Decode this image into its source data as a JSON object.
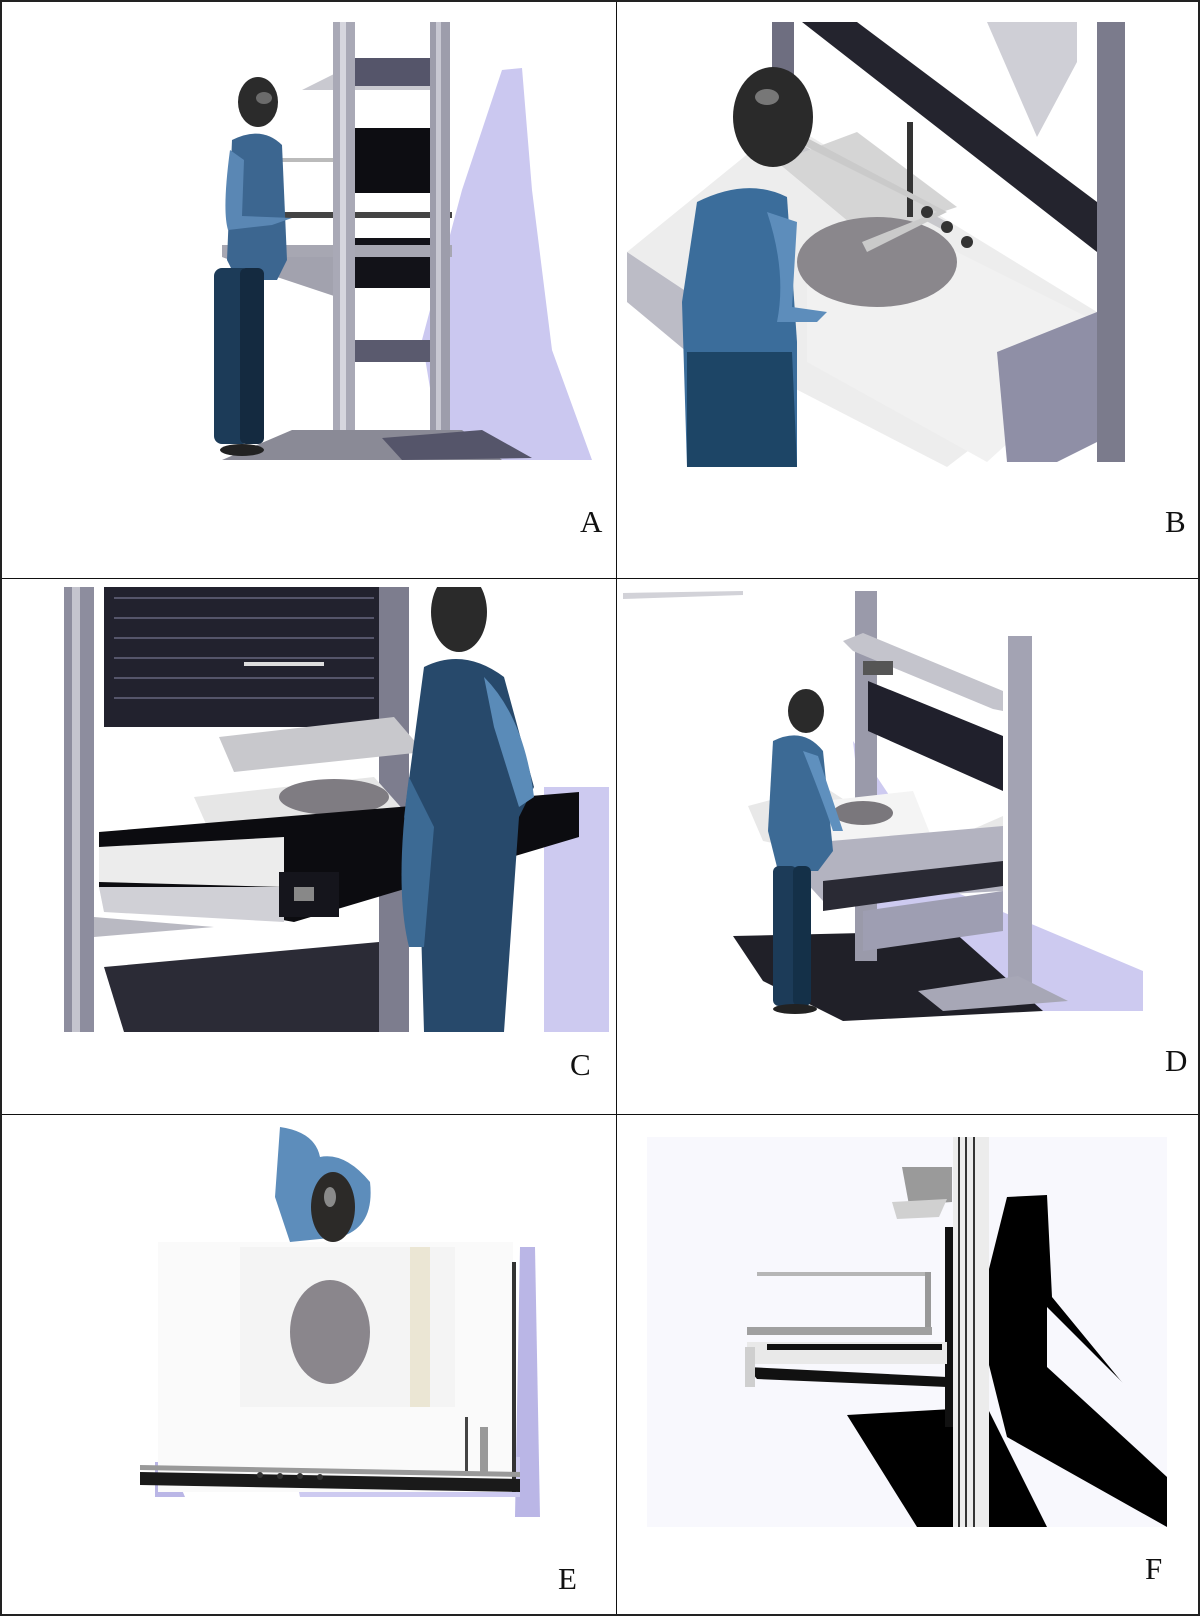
{
  "figure": {
    "panels": [
      {
        "label": "A",
        "view": "side view — standing operator at workstation with upper shelf and tray"
      },
      {
        "label": "B",
        "view": "elevated rear-oblique view — operator with frame over circular specimen plate"
      },
      {
        "label": "C",
        "view": "close-up oblique view — pull-out drawer tray with perforated back panel"
      },
      {
        "label": "D",
        "view": "full isometric view — operator standing at workstation with overhead shelf"
      },
      {
        "label": "E",
        "view": "top-down view — operator head above tray with circular specimen"
      },
      {
        "label": "F",
        "view": "side silhouette — frame column, drawer and shelf with cast shadow"
      }
    ]
  },
  "colors": {
    "border": "#111111",
    "frame_metal": "#9a9aa8",
    "dark_panel": "#1a1a22",
    "shadow_lavender": "#c9c6ee",
    "figure_blue": "#3f6a96",
    "figure_blue_dark": "#1d3d5c",
    "hair": "#2a2a2a",
    "specimen_grey": "#7e7b80",
    "tray_white": "#f2f2f2"
  }
}
